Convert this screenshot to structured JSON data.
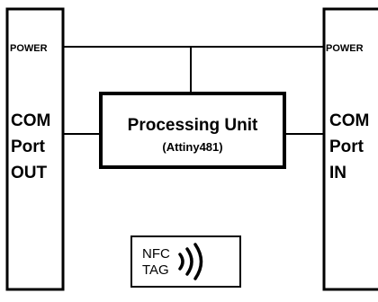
{
  "left_port": {
    "power_label": "POWER",
    "com_lines": [
      "COM",
      "Port",
      "OUT"
    ]
  },
  "right_port": {
    "power_label": "POWER",
    "com_lines": [
      "COM",
      "Port",
      "IN"
    ]
  },
  "processor": {
    "title": "Processing Unit",
    "subtitle": "(Attiny481)"
  },
  "nfc_tag": {
    "line1": "NFC",
    "line2": "TAG",
    "icon": "nfc-waves-icon"
  }
}
